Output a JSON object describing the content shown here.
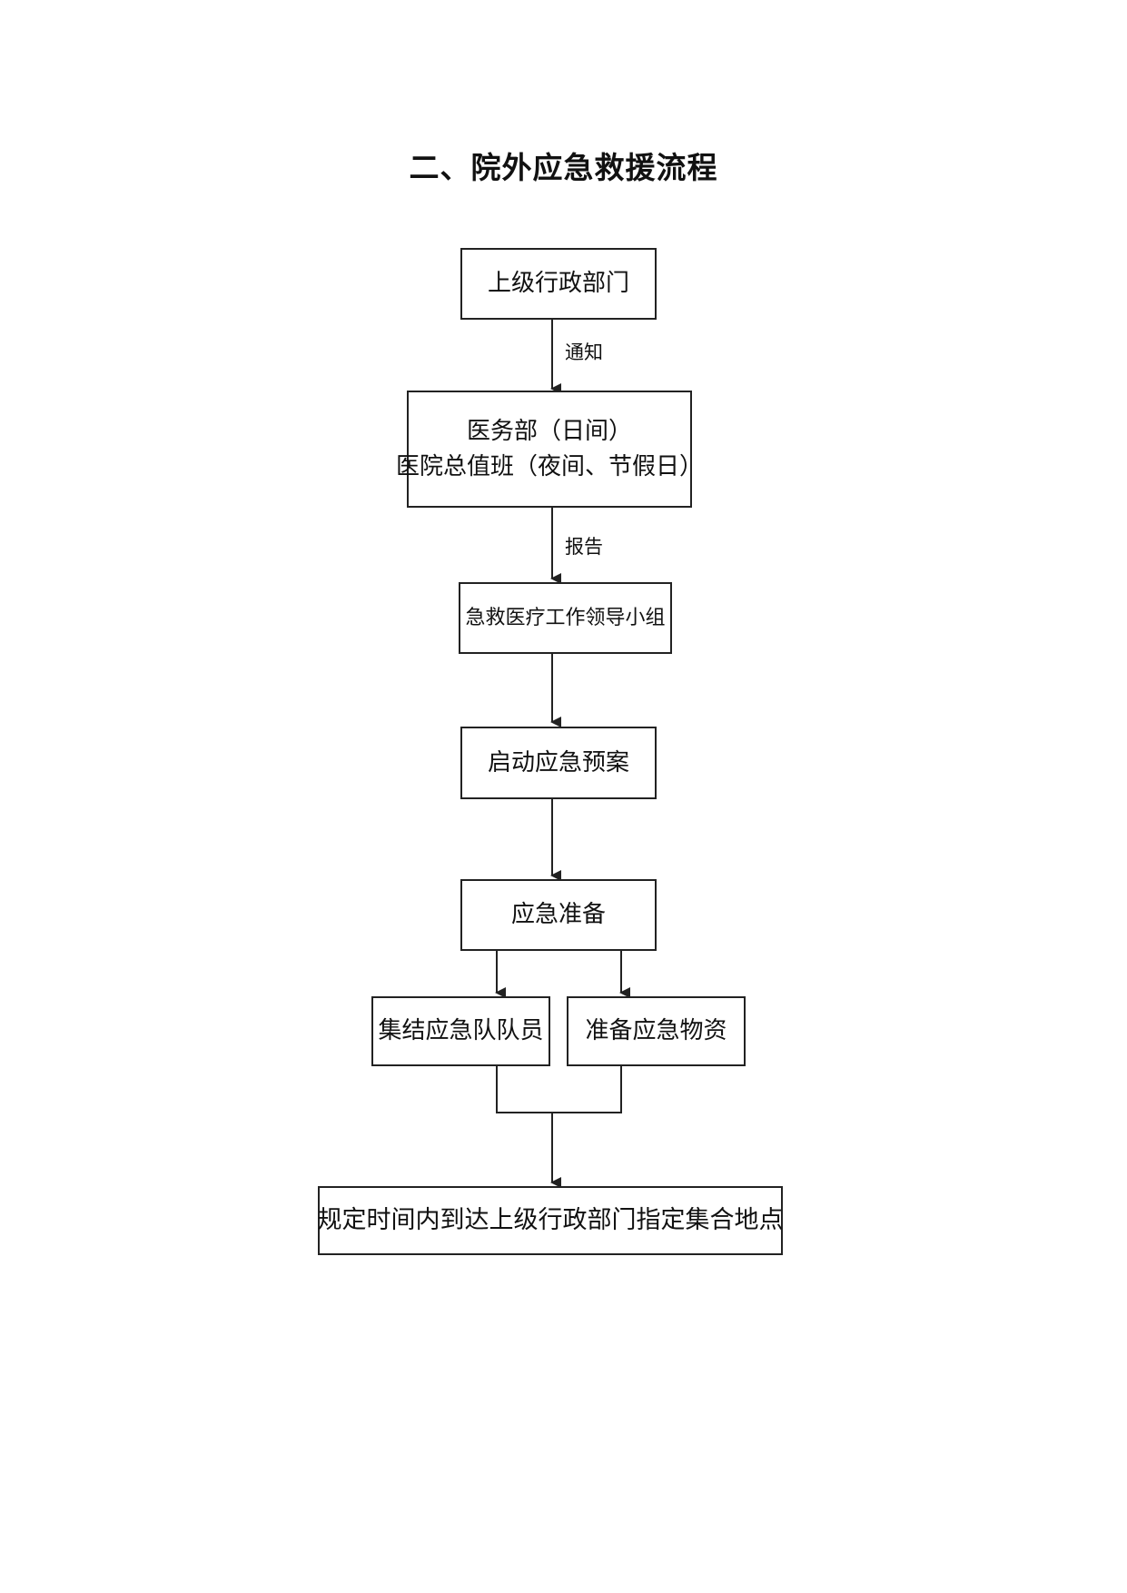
{
  "title": "二、院外应急救援流程",
  "nodes": {
    "superior": "上级行政部门",
    "medical_dept_line1": "医务部（日间）",
    "medical_dept_line2": "医院总值班（夜间、节假日）",
    "leading_group": "急救医疗工作领导小组",
    "start_plan": "启动应急预案",
    "prepare": "应急准备",
    "assemble_team": "集结应急队队员",
    "prepare_supplies": "准备应急物资",
    "arrive": "规定时间内到达上级行政部门指定集合地点"
  },
  "edges": {
    "notify": "通知",
    "report": "报告"
  }
}
